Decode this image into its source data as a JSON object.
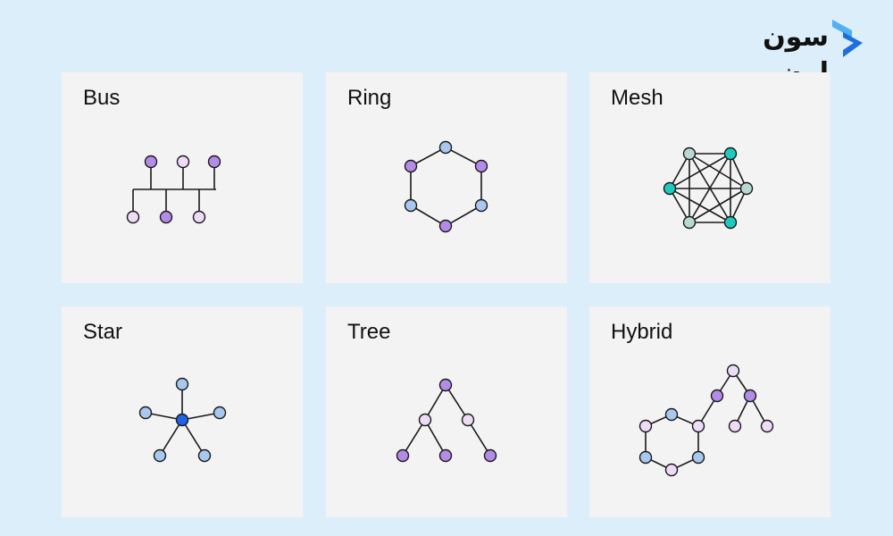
{
  "brand": {
    "logo_text": "سون لرن",
    "colors": {
      "mark_dark": "#1d6fe0",
      "mark_light": "#4fb0f5"
    }
  },
  "colors": {
    "background": "#ddeefb",
    "panel": "#f3f3f3",
    "edge": "#1a1a1a",
    "purple": "#b48ce8",
    "lavender": "#eedcf6",
    "blue": "#a8c8f0",
    "dark_blue": "#1f63e6",
    "teal": "#1ec9bd",
    "gray_teal": "#b8d9d2"
  },
  "diagrams": [
    {
      "id": "bus",
      "title": "Bus",
      "nodes": [
        {
          "id": "t1",
          "color": "purple"
        },
        {
          "id": "t2",
          "color": "lavender"
        },
        {
          "id": "t3",
          "color": "purple"
        },
        {
          "id": "b1",
          "color": "lavender"
        },
        {
          "id": "b2",
          "color": "purple"
        },
        {
          "id": "b3",
          "color": "lavender"
        }
      ]
    },
    {
      "id": "ring",
      "title": "Ring",
      "nodes": [
        {
          "id": "n1",
          "color": "blue"
        },
        {
          "id": "n2",
          "color": "purple"
        },
        {
          "id": "n3",
          "color": "blue"
        },
        {
          "id": "n4",
          "color": "purple"
        },
        {
          "id": "n5",
          "color": "blue"
        },
        {
          "id": "n6",
          "color": "purple"
        }
      ],
      "edges": [
        [
          "n1",
          "n2"
        ],
        [
          "n2",
          "n3"
        ],
        [
          "n3",
          "n4"
        ],
        [
          "n4",
          "n5"
        ],
        [
          "n5",
          "n6"
        ],
        [
          "n6",
          "n1"
        ]
      ]
    },
    {
      "id": "mesh",
      "title": "Mesh",
      "nodes": [
        {
          "id": "m1",
          "color": "gray_teal"
        },
        {
          "id": "m2",
          "color": "teal"
        },
        {
          "id": "m3",
          "color": "gray_teal"
        },
        {
          "id": "m4",
          "color": "teal"
        },
        {
          "id": "m5",
          "color": "gray_teal"
        },
        {
          "id": "m6",
          "color": "teal"
        }
      ],
      "edges": "complete"
    },
    {
      "id": "star",
      "title": "Star",
      "nodes": [
        {
          "id": "hub",
          "color": "dark_blue"
        },
        {
          "id": "s1",
          "color": "blue"
        },
        {
          "id": "s2",
          "color": "blue"
        },
        {
          "id": "s3",
          "color": "blue"
        },
        {
          "id": "s4",
          "color": "blue"
        },
        {
          "id": "s5",
          "color": "blue"
        }
      ],
      "edges": [
        [
          "hub",
          "s1"
        ],
        [
          "hub",
          "s2"
        ],
        [
          "hub",
          "s3"
        ],
        [
          "hub",
          "s4"
        ],
        [
          "hub",
          "s5"
        ]
      ]
    },
    {
      "id": "tree",
      "title": "Tree",
      "nodes": [
        {
          "id": "root",
          "color": "purple"
        },
        {
          "id": "l",
          "color": "lavender"
        },
        {
          "id": "r",
          "color": "lavender"
        },
        {
          "id": "ll",
          "color": "purple"
        },
        {
          "id": "lr",
          "color": "purple"
        },
        {
          "id": "rr",
          "color": "purple"
        }
      ],
      "edges": [
        [
          "root",
          "l"
        ],
        [
          "root",
          "r"
        ],
        [
          "l",
          "ll"
        ],
        [
          "l",
          "lr"
        ],
        [
          "r",
          "rr"
        ]
      ]
    },
    {
      "id": "hybrid",
      "title": "Hybrid",
      "nodes": [
        {
          "id": "h1",
          "color": "lavender"
        },
        {
          "id": "h2",
          "color": "blue"
        },
        {
          "id": "h3",
          "color": "lavender"
        },
        {
          "id": "h4",
          "color": "blue"
        },
        {
          "id": "h5",
          "color": "lavender"
        },
        {
          "id": "h6",
          "color": "blue"
        },
        {
          "id": "t_root",
          "color": "lavender"
        },
        {
          "id": "t_l",
          "color": "purple"
        },
        {
          "id": "t_r",
          "color": "purple"
        },
        {
          "id": "t_rl",
          "color": "lavender"
        },
        {
          "id": "t_rr",
          "color": "lavender"
        }
      ],
      "edges": [
        [
          "h1",
          "h2"
        ],
        [
          "h2",
          "h3"
        ],
        [
          "h3",
          "h4"
        ],
        [
          "h4",
          "h5"
        ],
        [
          "h5",
          "h6"
        ],
        [
          "h6",
          "h1"
        ],
        [
          "h3",
          "t_l"
        ],
        [
          "t_l",
          "t_root"
        ],
        [
          "t_root",
          "t_r"
        ],
        [
          "t_r",
          "t_rl"
        ],
        [
          "t_r",
          "t_rr"
        ]
      ]
    }
  ]
}
